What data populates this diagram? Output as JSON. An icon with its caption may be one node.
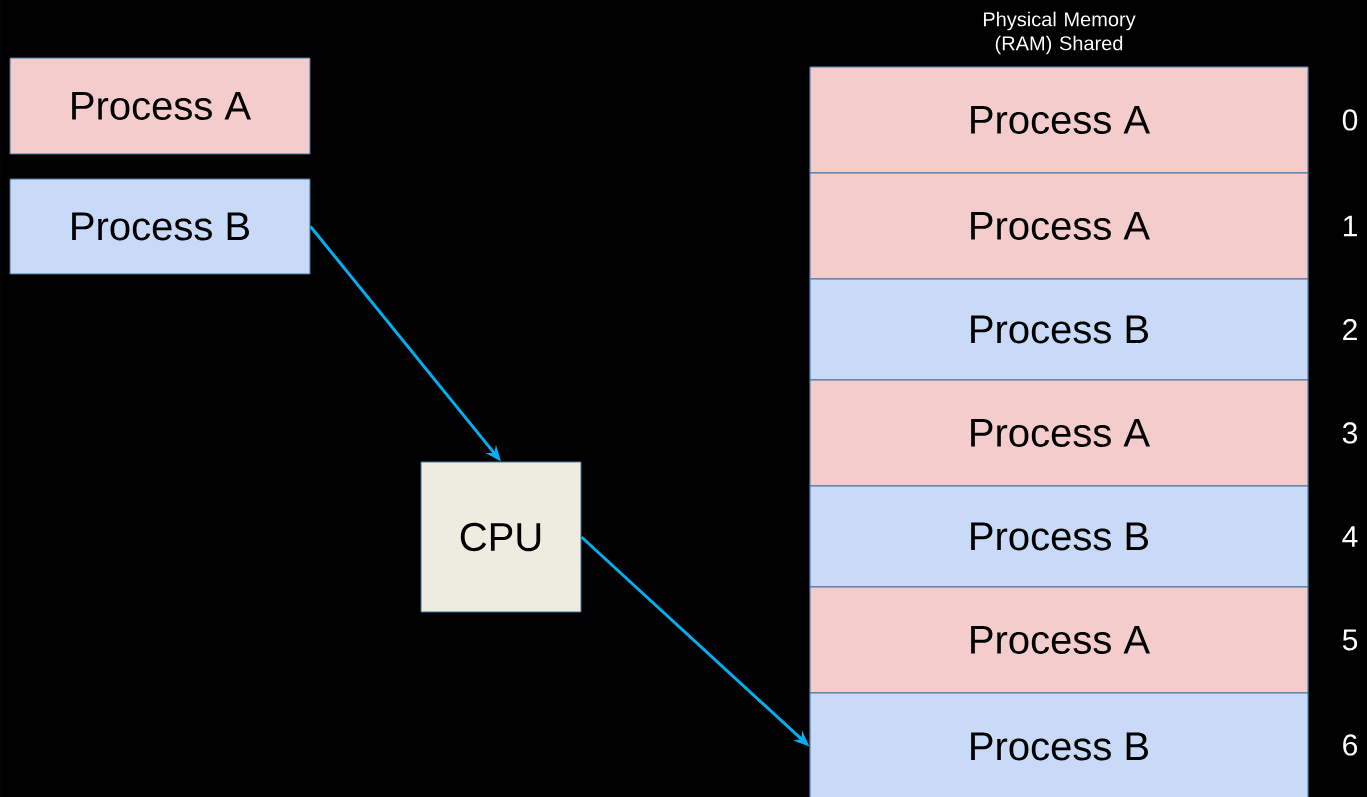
{
  "diagram": {
    "nodes": [
      {
        "text": [
          "Process A"
        ]
      },
      {
        "text": [
          "Process B"
        ]
      },
      {
        "text": [
          "CPU"
        ]
      },
      {
        "text": [
          "Physical Memory (RAM) Shared"
        ]
      },
      {
        "text": [
          "Process A"
        ],
        "in": 3,
        "beside": [
          "0"
        ]
      },
      {
        "text": [
          "Process A"
        ],
        "in": 3,
        "beside": [
          "1"
        ]
      },
      {
        "text": [
          "Process B"
        ],
        "in": 3,
        "beside": [
          "2"
        ]
      },
      {
        "text": [
          "Process A"
        ],
        "in": 3,
        "beside": [
          "3"
        ]
      },
      {
        "text": [
          "Process B"
        ],
        "in": 3,
        "beside": [
          "4"
        ]
      },
      {
        "text": [
          "Process A"
        ],
        "in": 3,
        "beside": [
          "5"
        ]
      },
      {
        "text": [
          "Process B"
        ],
        "in": 3,
        "beside": [
          "6"
        ]
      }
    ],
    "edges": [
      {
        "from": 1,
        "to": 2,
        "arrow": "to"
      },
      {
        "from": 2,
        "to": 10,
        "arrow": "to"
      }
    ]
  }
}
